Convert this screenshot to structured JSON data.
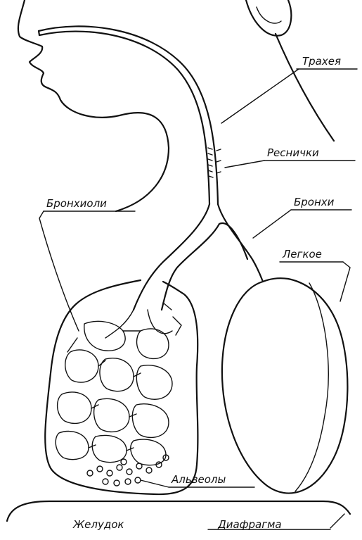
{
  "labels": {
    "trachea": "Трахея",
    "cilia": "Реснички",
    "bronchioles": "Бронхиоли",
    "bronchi": "Бронхи",
    "lung": "Легкое",
    "alveoli": "Альвеолы",
    "stomach": "Желудок",
    "diaphragm": "Диафрагма"
  }
}
